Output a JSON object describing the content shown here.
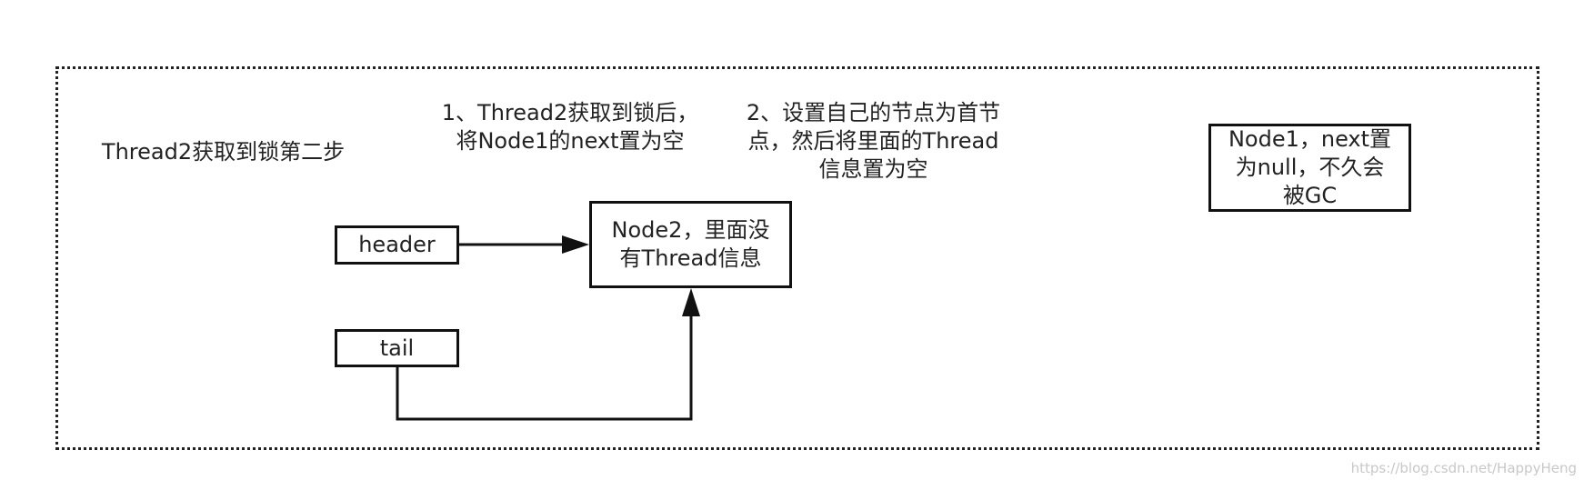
{
  "diagram": {
    "caption": "Thread2获取到锁第二步",
    "step1": "1、Thread2获取到锁后，将Node1的next置为空",
    "step2": "2、设置自己的节点为首节点，然后将里面的Thread信息置为空",
    "header_label": "header",
    "tail_label": "tail",
    "node2_label": "Node2，里面没有Thread信息",
    "node1_label": "Node1，next置为null，不久会被GC"
  },
  "watermark": "https://blog.csdn.net/HappyHeng"
}
